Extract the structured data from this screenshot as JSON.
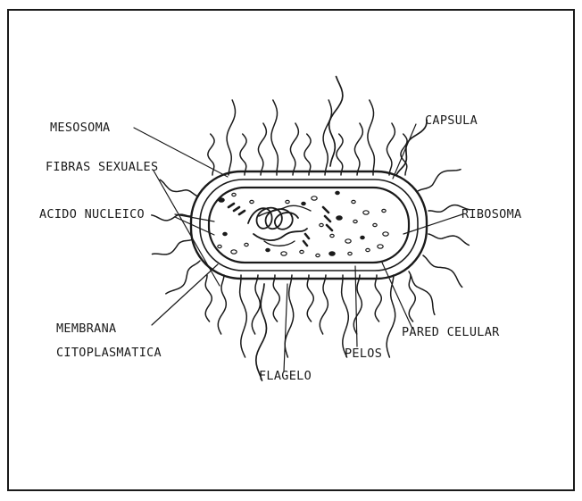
{
  "labels": {
    "mesosoma": "MESOSOMA",
    "fibras_sexuales": "FIBRAS SEXUALES",
    "acido_nucleico": "ACIDO NUCLEICO",
    "membrana": "MEMBRANA",
    "citoplasmatica": "CITOPLASMATICA",
    "flagelo": "FLAGELO",
    "pelos": "PELOS",
    "pared_celular": "PARED CELULAR",
    "ribosoma": "RIBOSOMA",
    "capsula": "CAPSULA"
  }
}
